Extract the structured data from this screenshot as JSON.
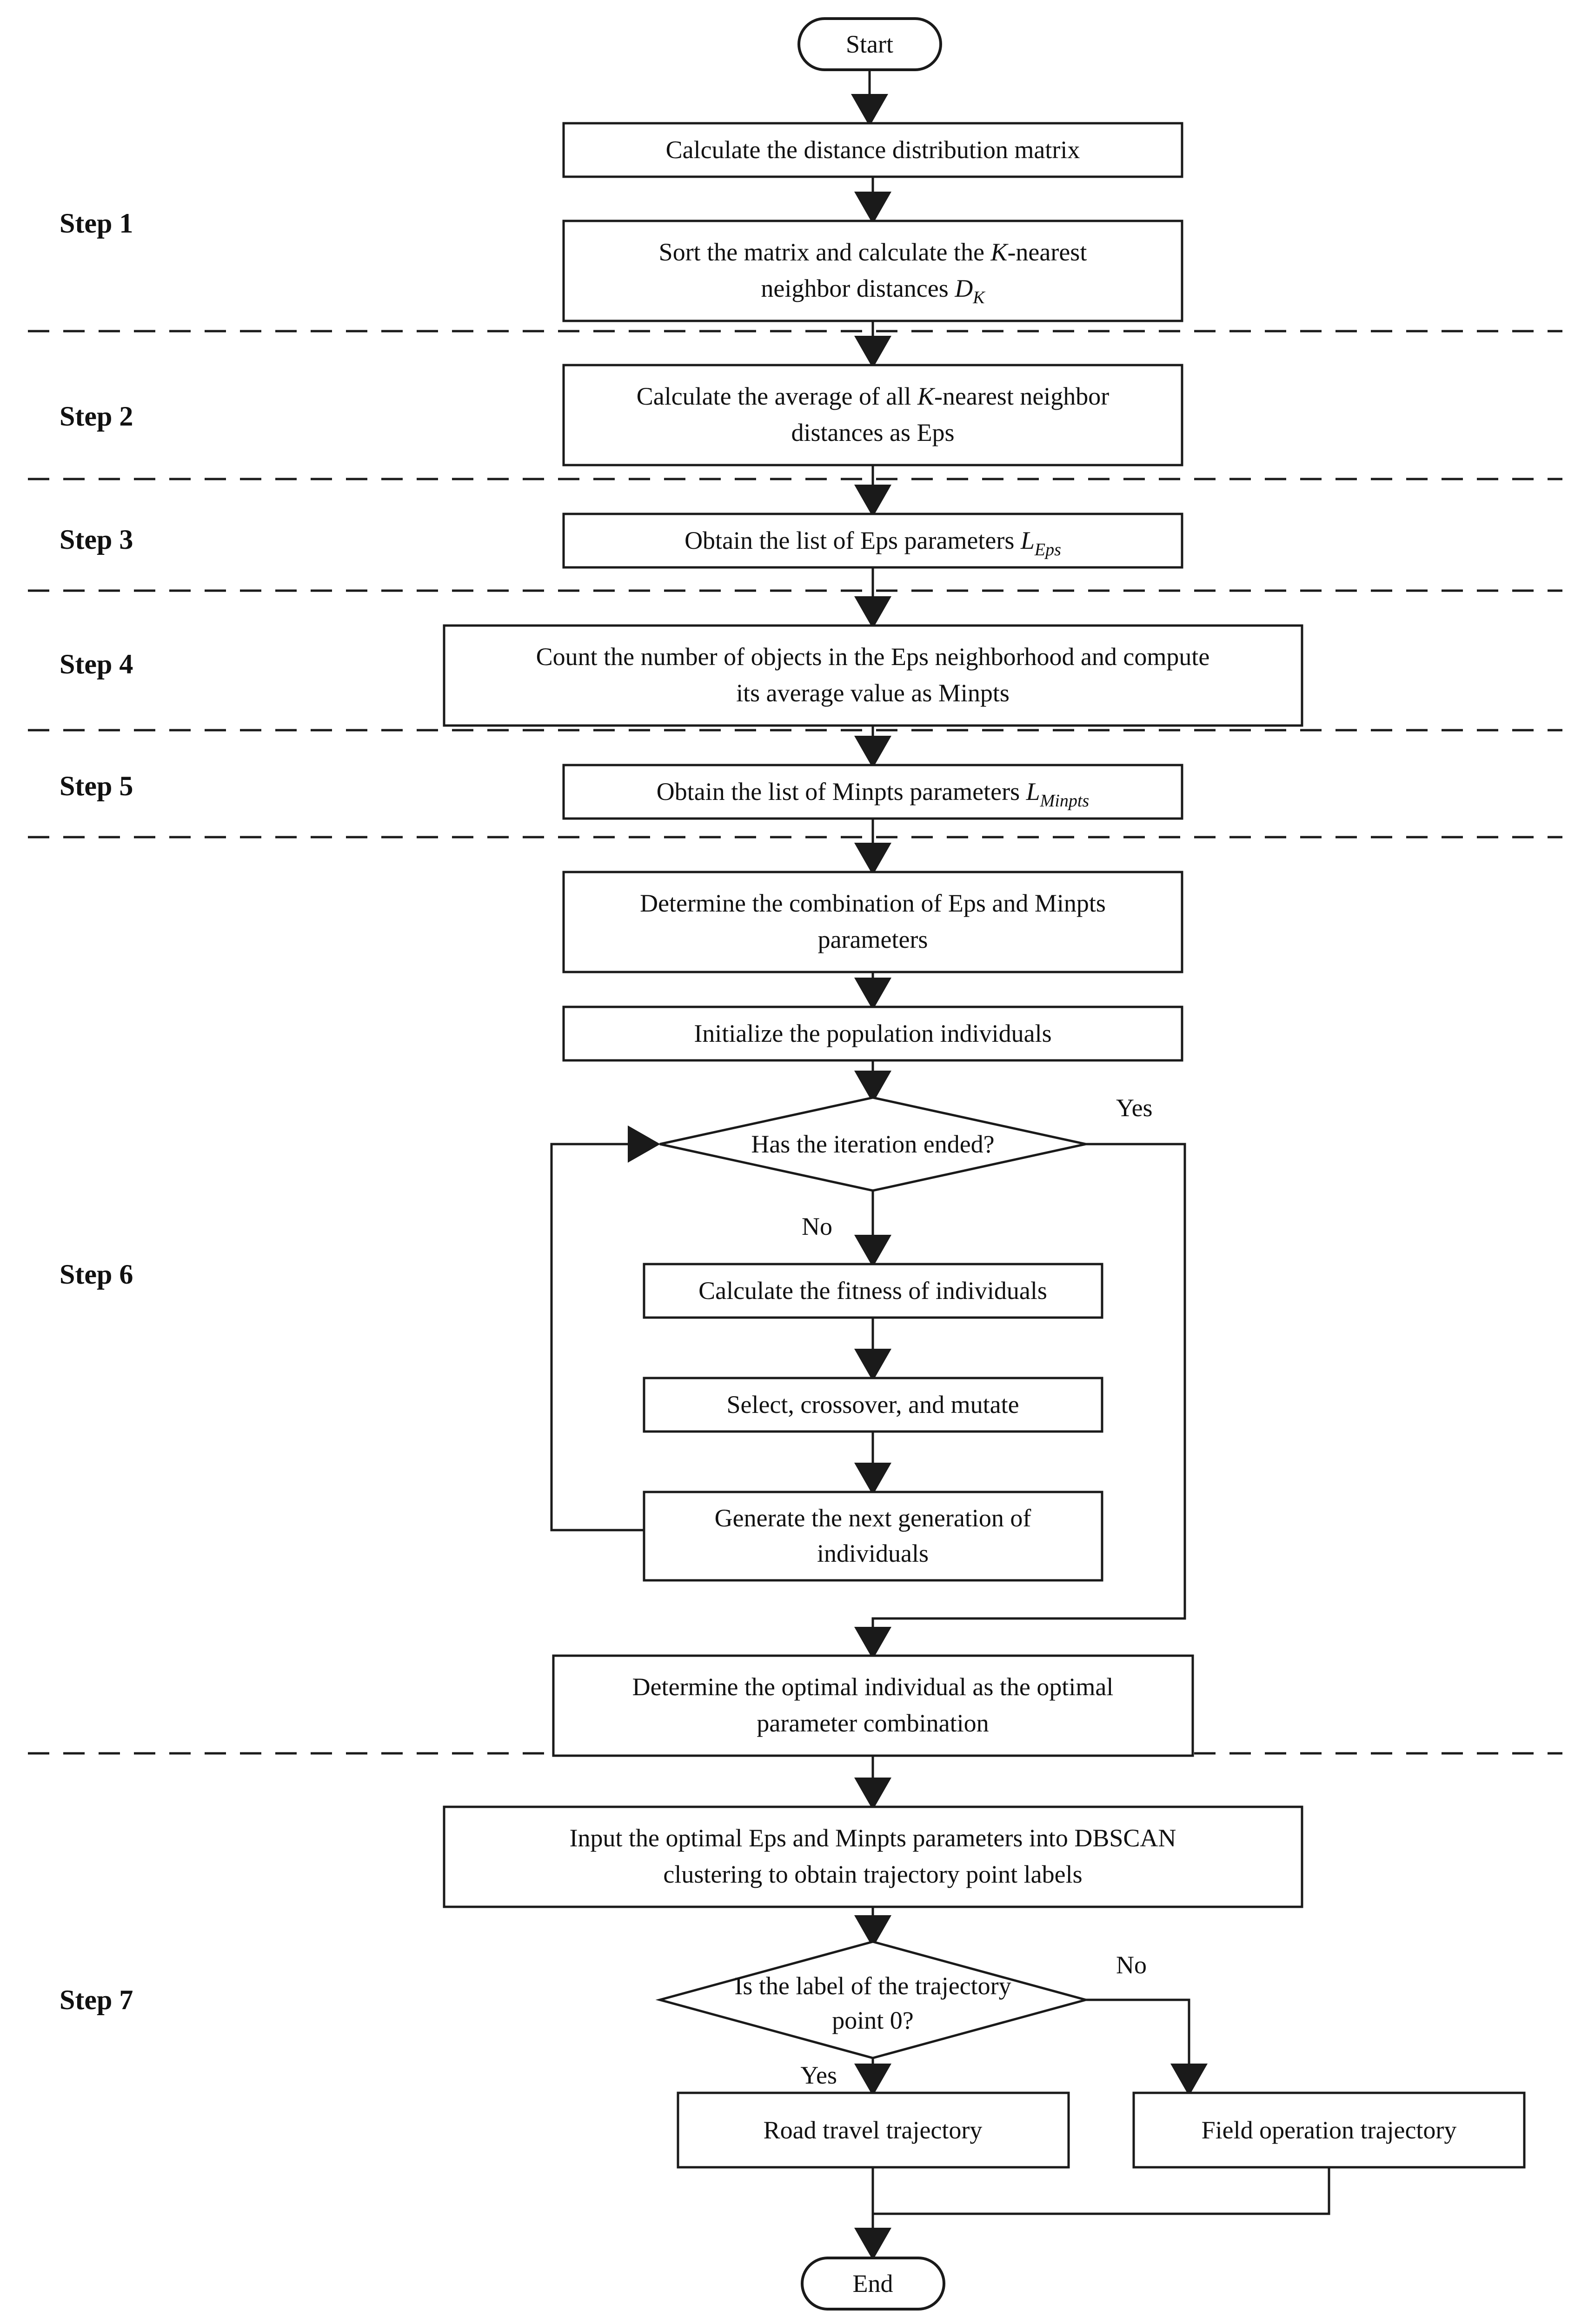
{
  "diagram": {
    "title": "Adaptive-parameter DBSCAN trajectory segmentation flowchart",
    "stroke_color": "#1a1a1a",
    "background_color": "#ffffff"
  },
  "step_labels": [
    {
      "id": "step-1",
      "text": "Step 1"
    },
    {
      "id": "step-2",
      "text": "Step 2"
    },
    {
      "id": "step-3",
      "text": "Step 3"
    },
    {
      "id": "step-4",
      "text": "Step 4"
    },
    {
      "id": "step-5",
      "text": "Step 5"
    },
    {
      "id": "step-6",
      "text": "Step 6"
    },
    {
      "id": "step-7",
      "text": "Step 7"
    }
  ],
  "nodes": {
    "start": {
      "type": "terminator",
      "text": "Start"
    },
    "n1": {
      "type": "process",
      "text": "Calculate the distance distribution matrix"
    },
    "n2_l1_a": {
      "type": "process",
      "text_pre": "Sort the matrix and calculate the ",
      "math_italic": "K",
      "text_post": "-nearest",
      "line2_pre": "neighbor distances ",
      "line2_math": "D",
      "line2_sub": "K"
    },
    "n3_l1": {
      "type": "process",
      "line1_pre": "Calculate the average of all ",
      "line1_math": "K",
      "line1_post": "-nearest neighbor",
      "line2": "distances as Eps"
    },
    "n4": {
      "type": "process",
      "text_pre": "Obtain the list of Eps parameters ",
      "math": "L",
      "sub": "Eps"
    },
    "n5": {
      "type": "process",
      "line1": "Count the number of objects in the Eps neighborhood and compute",
      "line2": "its average value as Minpts"
    },
    "n6": {
      "type": "process",
      "text_pre": "Obtain the list of Minpts parameters ",
      "math": "L",
      "sub": "Minpts"
    },
    "n7": {
      "type": "process",
      "line1": "Determine the combination of Eps and Minpts",
      "line2": "parameters"
    },
    "n8": {
      "type": "process",
      "text": "Initialize the population individuals"
    },
    "d1": {
      "type": "decision",
      "text": "Has the iteration ended?"
    },
    "n9": {
      "type": "process",
      "text": "Calculate the fitness of individuals"
    },
    "n10": {
      "type": "process",
      "text": "Select, crossover, and mutate"
    },
    "n11": {
      "type": "process",
      "line1": "Generate the next generation of",
      "line2": "individuals"
    },
    "n12": {
      "type": "process",
      "line1": "Determine the optimal individual as the optimal",
      "line2": "parameter combination"
    },
    "n13": {
      "type": "process",
      "line1": "Input the optimal Eps and Minpts parameters into DBSCAN",
      "line2": "clustering to obtain trajectory point labels"
    },
    "d2": {
      "type": "decision",
      "line1": "Is the label of the trajectory",
      "line2": "point 0?"
    },
    "n14": {
      "type": "process",
      "text": "Road travel trajectory"
    },
    "n15": {
      "type": "process",
      "text": "Field operation trajectory"
    },
    "end": {
      "type": "terminator",
      "text": "End"
    }
  },
  "edge_labels": {
    "d1_yes": "Yes",
    "d1_no": "No",
    "d2_no": "No",
    "d2_yes": "Yes"
  }
}
